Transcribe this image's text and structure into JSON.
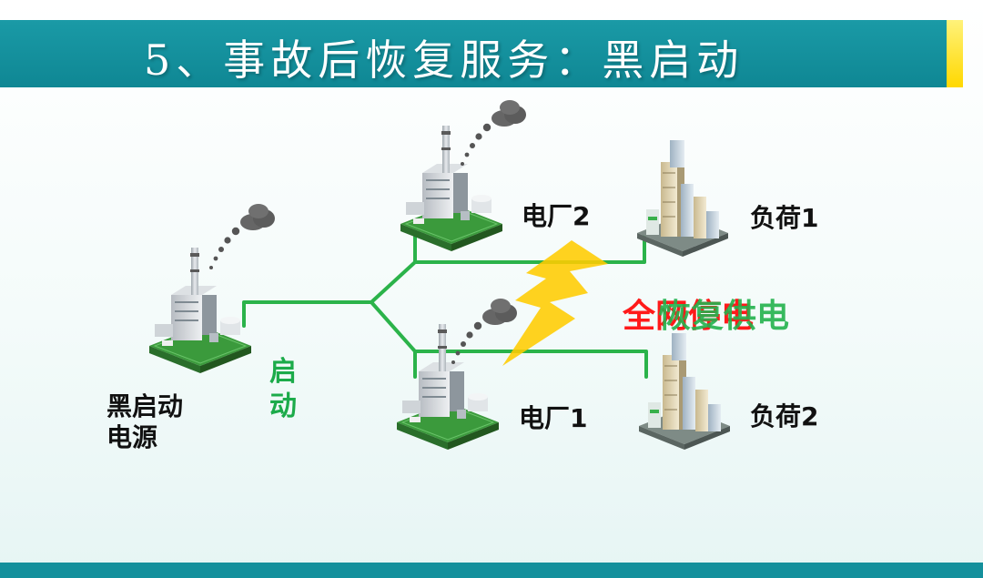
{
  "slide": {
    "title": "5、事故后恢复服务：黑启动"
  },
  "diagram": {
    "black_start_source_label": "黑启动电源",
    "black_start_line1": "黑启动",
    "black_start_line2": "电源",
    "start_label": "启动",
    "plant2_label": "电厂2",
    "plant1_label": "电厂1",
    "load1_label": "负荷1",
    "load2_label": "负荷2",
    "status_red": "全网停电",
    "status_green": "恢复供电"
  },
  "colors": {
    "title_bar": "#0f8794",
    "accent": "#ffd800",
    "line": "#2bb34a",
    "lightning": "#ffcc00",
    "status_red": "#ff1a1a",
    "status_green": "#23b24d"
  }
}
